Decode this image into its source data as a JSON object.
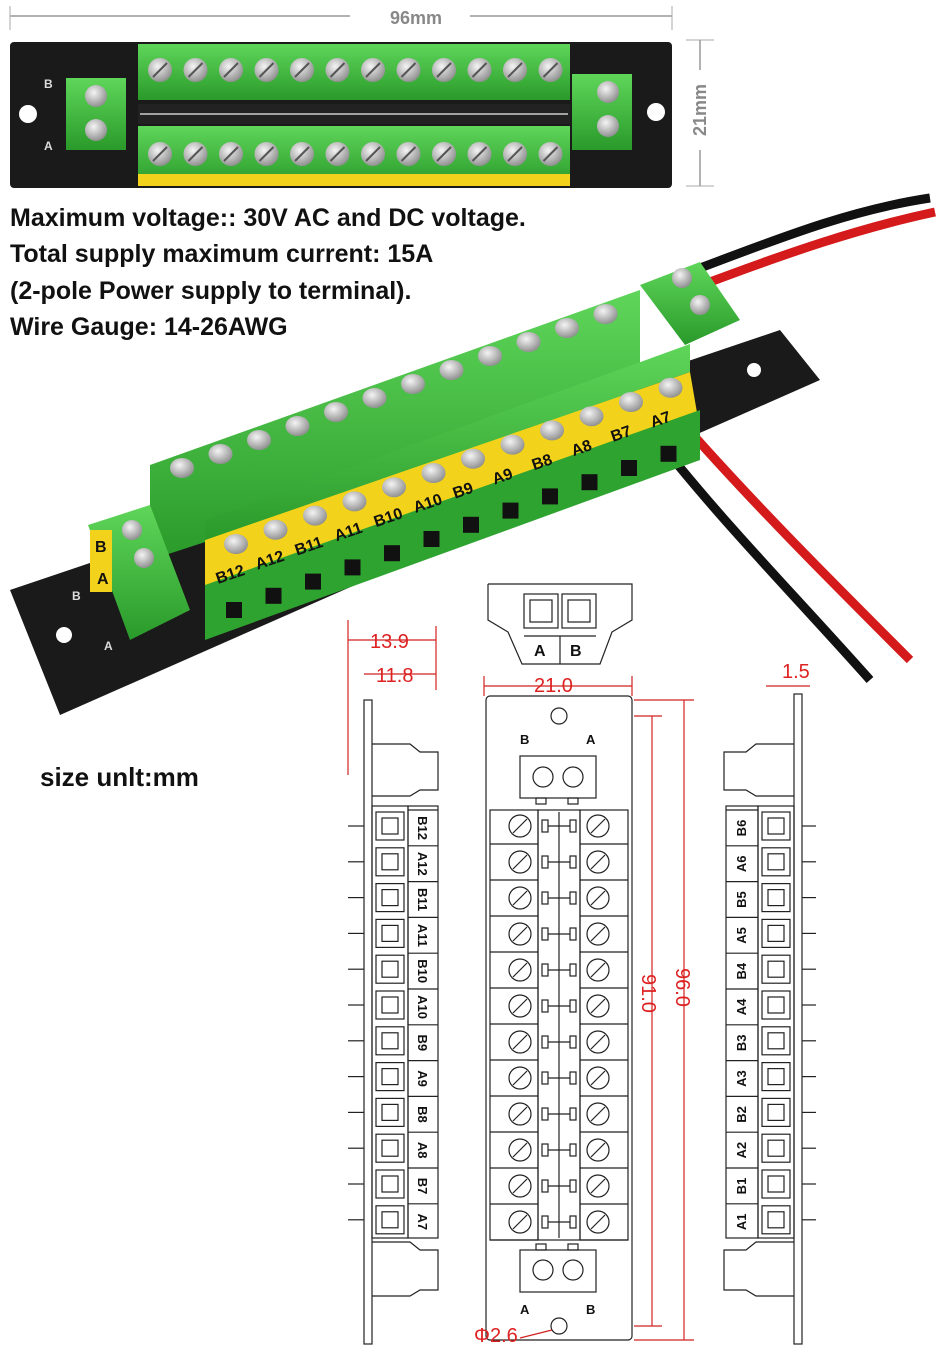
{
  "top_dims": {
    "width": "96mm",
    "height": "21mm"
  },
  "specs": [
    "Maximum voltage:: 30V AC and DC voltage.",
    "Total supply maximum current: 15A",
    "(2-pole Power supply to terminal).",
    "Wire Gauge: 14-26AWG"
  ],
  "size_unit": "size unlt:mm",
  "photo_labels": {
    "front_row": [
      "B12",
      "A12",
      "B11",
      "A11",
      "B10",
      "A10",
      "B9",
      "A9",
      "B8",
      "A8",
      "B7",
      "A7"
    ],
    "side_terminal": [
      "B",
      "A"
    ],
    "pcb_marks": [
      "B",
      "A"
    ]
  },
  "drawing": {
    "dim_13_9": "13.9",
    "dim_11_8": "11.8",
    "dim_21_0": "21.0",
    "dim_1_5": "1.5",
    "dim_91_0": "91.0",
    "dim_96_0": "96.0",
    "dim_hole": "Φ2.6",
    "end_view_labels": [
      "A",
      "B"
    ],
    "left_labels": [
      "B12",
      "A12",
      "B11",
      "A11",
      "B10",
      "A10",
      "B9",
      "A9",
      "B8",
      "A8",
      "B7",
      "A7"
    ],
    "right_labels": [
      "B6",
      "A6",
      "B5",
      "A5",
      "B4",
      "A4",
      "B3",
      "A3",
      "B2",
      "A2",
      "B1",
      "A1"
    ],
    "top_view_terminal_marks": [
      "B",
      "A"
    ],
    "bottom_view_terminal_marks": [
      "A",
      "B"
    ]
  },
  "colors": {
    "pcb": "#1a1a1a",
    "terminal_green": "#3cb83c",
    "label_yellow": "#f2d21a",
    "wire_red": "#d41a1a",
    "wire_black": "#111111",
    "dim_red": "#d22222"
  }
}
